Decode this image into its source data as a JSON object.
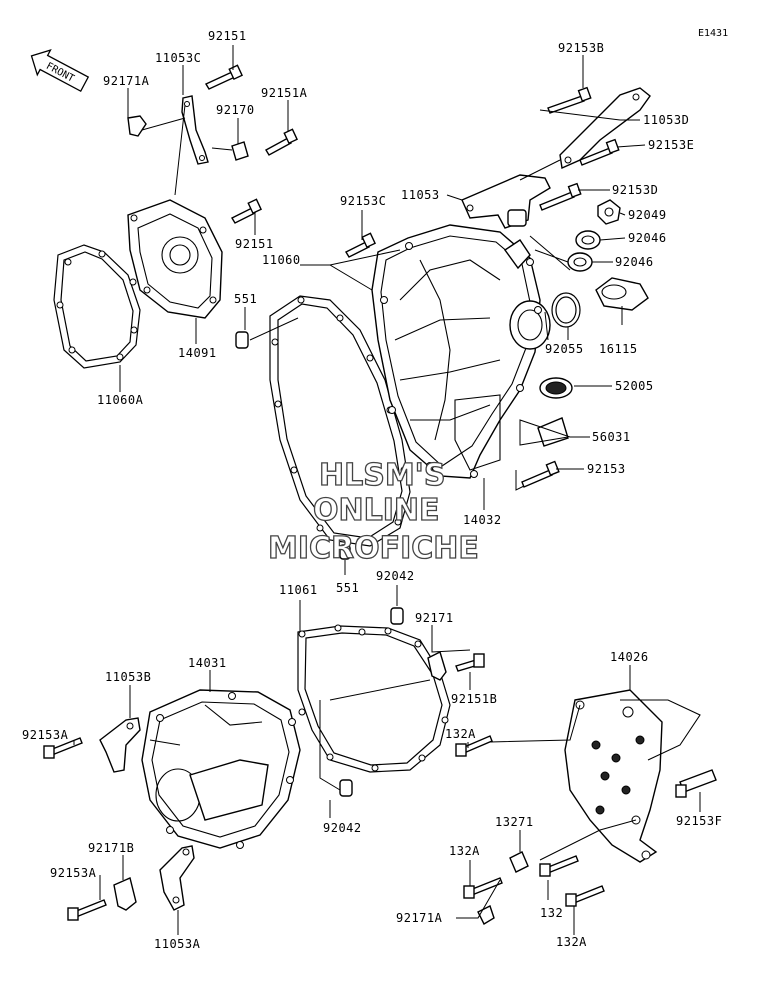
{
  "diagram_code": "E1431",
  "front_label": "FRONT",
  "watermark": [
    "HLSM'S",
    "ONLINE",
    "MICROFICHE"
  ],
  "parts": {
    "p92151_top": "92151",
    "p11053C": "11053C",
    "p92171A_top": "92171A",
    "p92151A": "92151A",
    "p92170": "92170",
    "p92151_mid": "92151",
    "p14091": "14091",
    "p11060A": "11060A",
    "p551_top": "551",
    "p11060": "11060",
    "p92153C": "92153C",
    "p11053": "11053",
    "p92153B": "92153B",
    "p11053D": "11053D",
    "p92153E": "92153E",
    "p92153D": "92153D",
    "p92049": "92049",
    "p92046_a": "92046",
    "p92046_b": "92046",
    "p16115": "16115",
    "p92055": "92055",
    "p52005": "52005",
    "p56031": "56031",
    "p92153": "92153",
    "p14032": "14032",
    "p551_bot": "551",
    "p92042_top": "92042",
    "p11061": "11061",
    "p92171": "92171",
    "p92151B": "92151B",
    "p14031": "14031",
    "p11053B": "11053B",
    "p92153A_top": "92153A",
    "p92042_bot": "92042",
    "p92171B": "92171B",
    "p92153A_bot": "92153A",
    "p11053A": "11053A",
    "p14026": "14026",
    "p132A_top": "132A",
    "p92153F": "92153F",
    "p13271": "13271",
    "p132A_mid": "132A",
    "p132": "132",
    "p92171A_bot": "92171A",
    "p132A_bot": "132A"
  }
}
